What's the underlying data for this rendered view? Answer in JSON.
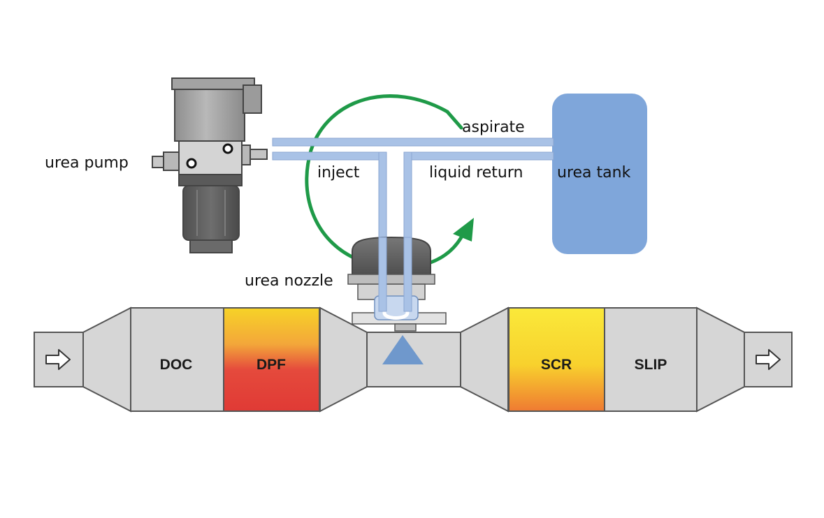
{
  "labels": {
    "urea_pump": "urea pump",
    "inject": "inject",
    "aspirate": "aspirate",
    "liquid_return": "liquid return",
    "urea_tank": "urea tank",
    "urea_nozzle": "urea nozzle"
  },
  "segments": {
    "doc": "DOC",
    "dpf": "DPF",
    "scr": "SCR",
    "slip": "SLIP"
  },
  "icons": {
    "inlet": "right-arrow-icon",
    "outlet": "right-arrow-icon",
    "flow": "circular-arrow-icon"
  },
  "colors": {
    "pipe_blue": "#a9c2e6",
    "tank_blue": "#7fa6da",
    "flow_green": "#1f9a48",
    "housing_gray": "#d6d6d6",
    "outline": "#555555"
  }
}
